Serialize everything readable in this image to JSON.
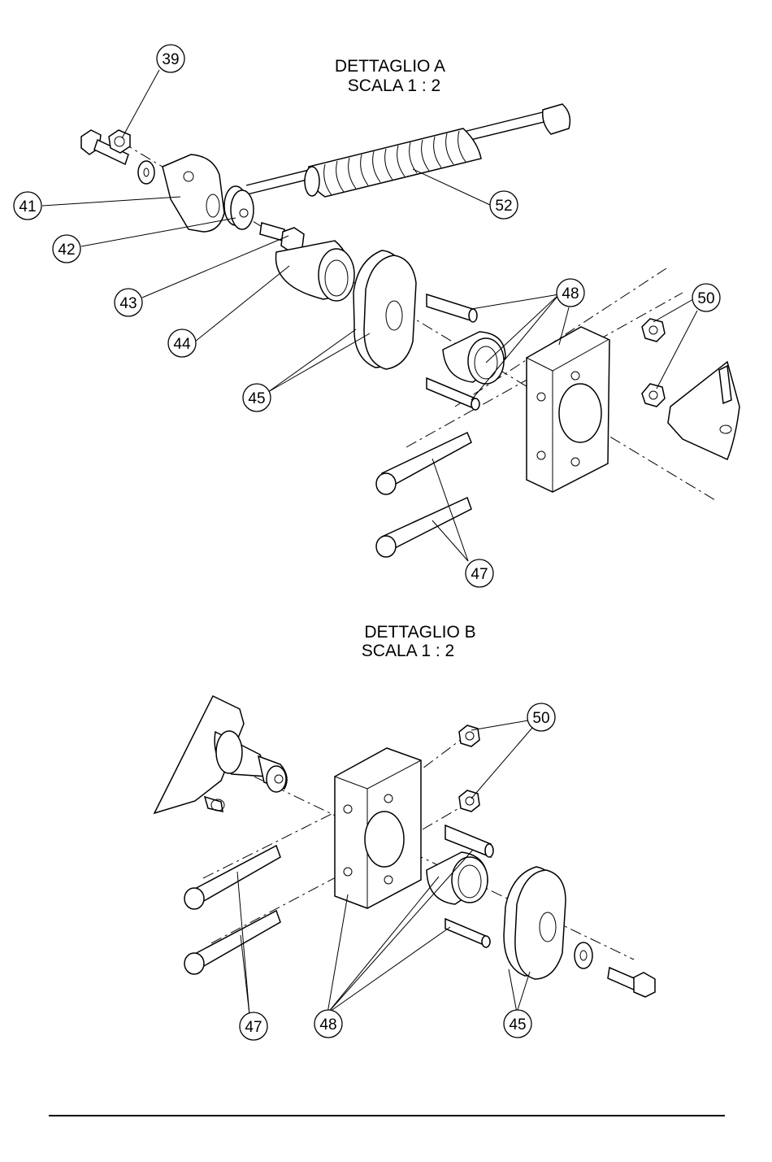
{
  "detail_a": {
    "title_line1": "DETTAGLIO A",
    "title_line2": "SCALA 1 : 2",
    "callouts": [
      "39",
      "41",
      "42",
      "43",
      "44",
      "45",
      "48",
      "50",
      "52",
      "47"
    ]
  },
  "detail_b": {
    "title_line1": "DETTAGLIO B",
    "title_line2": "SCALA 1 : 2",
    "callouts": [
      "50",
      "47",
      "48",
      "45"
    ]
  }
}
